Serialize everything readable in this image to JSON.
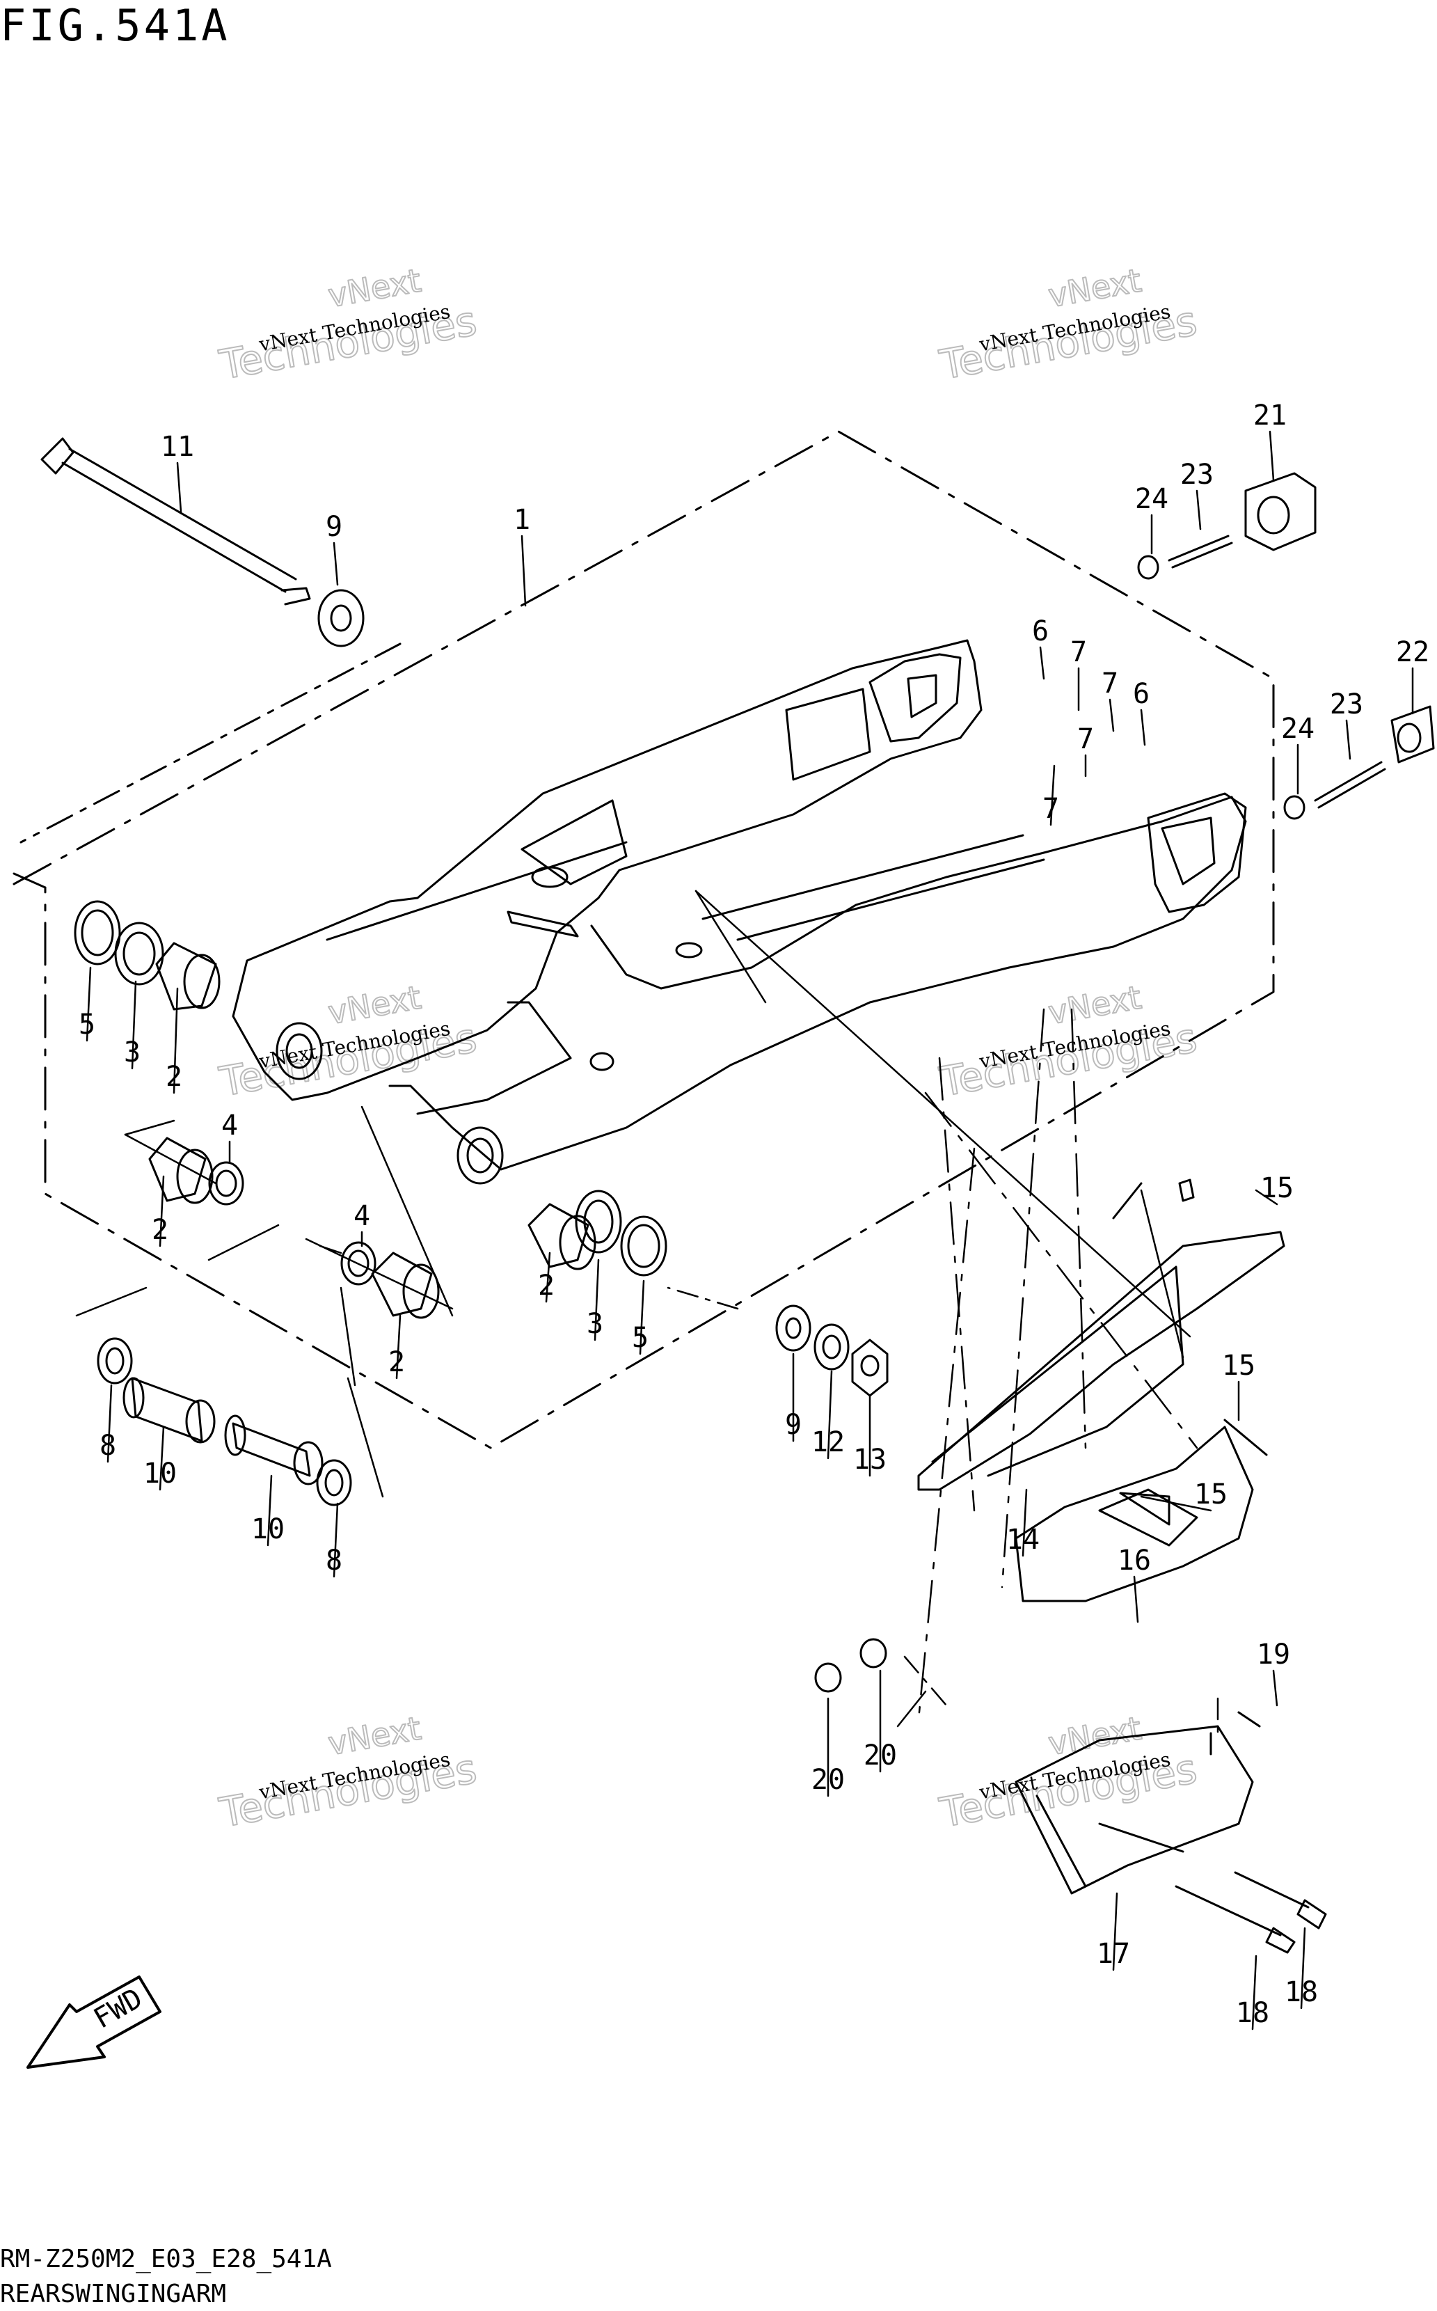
{
  "figure": {
    "title": "FIG.541A",
    "model_code": "RM-Z250M2_E03_E28_541A",
    "caption": "REARSWINGINGARM",
    "fwd_label": "FWD"
  },
  "watermark": {
    "line1": "vNext Technologies",
    "line2": "vNext",
    "line3": "Technologies"
  },
  "callouts": [
    "1",
    "2",
    "2",
    "2",
    "2",
    "3",
    "3",
    "4",
    "4",
    "5",
    "5",
    "6",
    "6",
    "7",
    "7",
    "7",
    "7",
    "8",
    "8",
    "9",
    "9",
    "10",
    "10",
    "11",
    "12",
    "13",
    "14",
    "15",
    "15",
    "15",
    "16",
    "17",
    "18",
    "18",
    "19",
    "20",
    "20",
    "21",
    "22",
    "23",
    "23",
    "24",
    "24"
  ]
}
